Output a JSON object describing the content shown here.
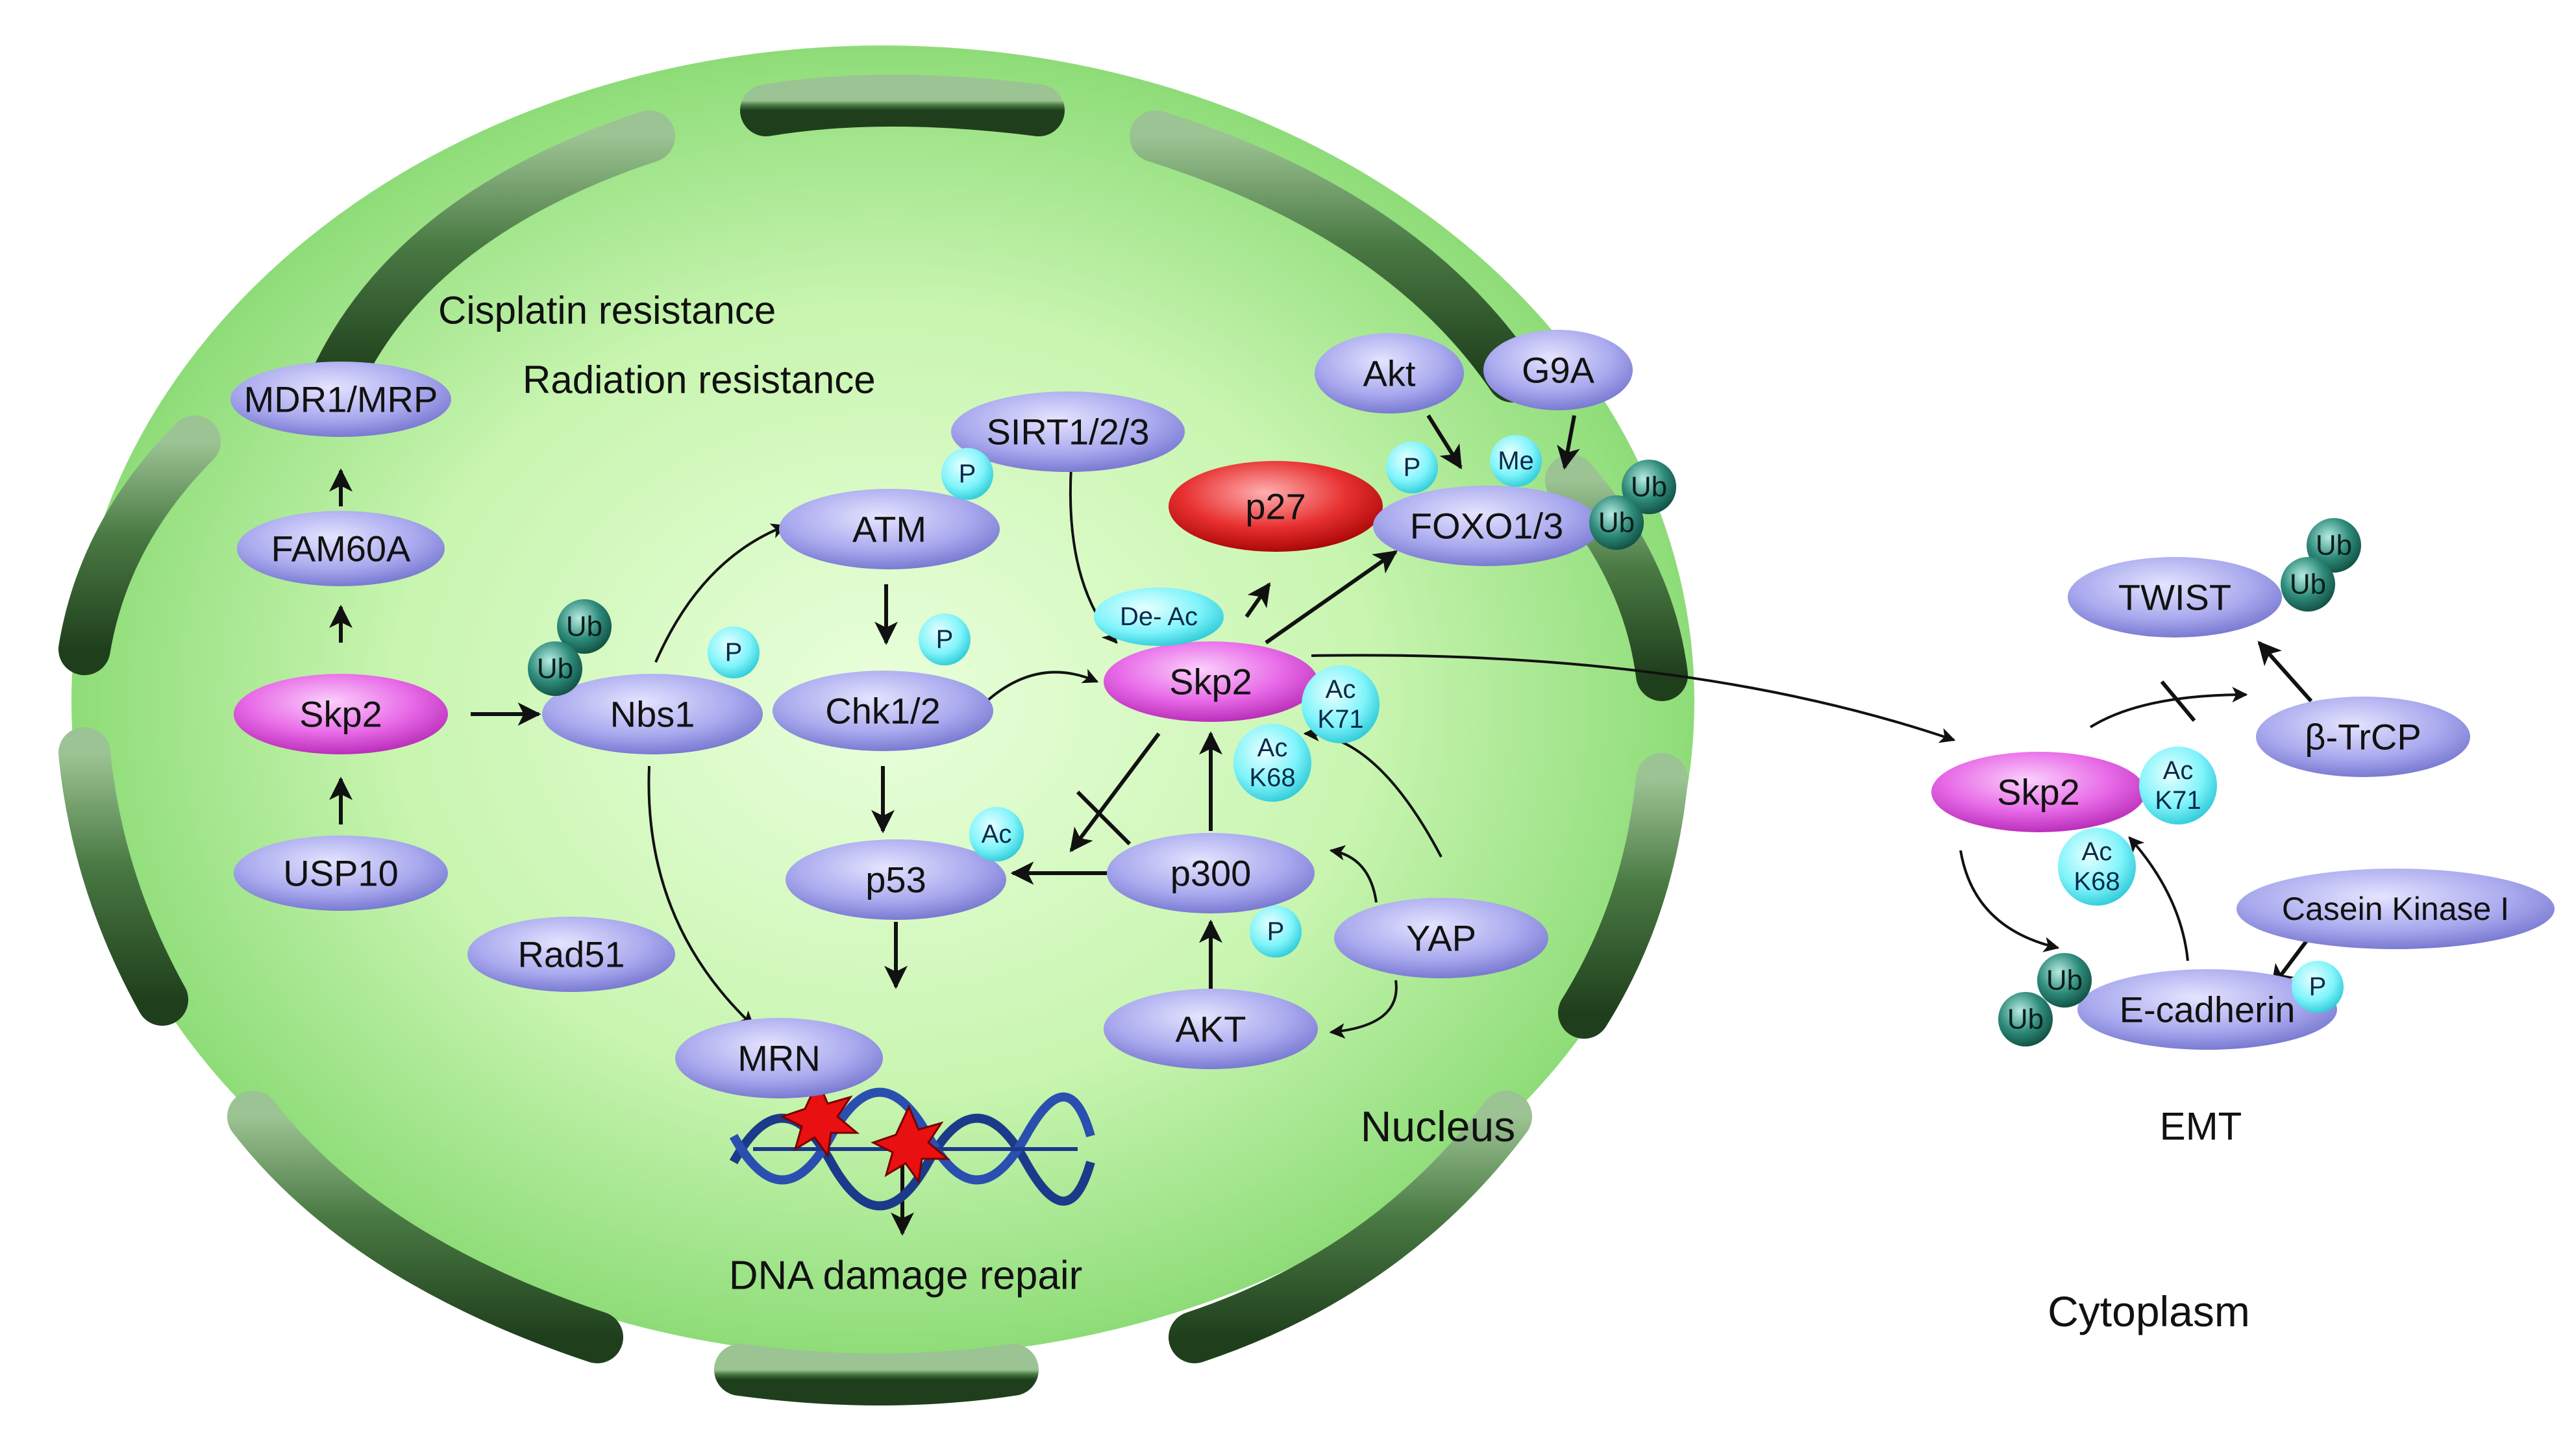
{
  "labels": {
    "cisplatin": "Cisplatin resistance",
    "radiation": "Radiation resistance",
    "nucleus": "Nucleus",
    "cytoplasm": "Cytoplasm",
    "emt": "EMT",
    "dna_repair": "DNA damage repair"
  },
  "nodes": {
    "mdr1": "MDR1/MRP",
    "fam60a": "FAM60A",
    "skp2_left": "Skp2",
    "usp10": "USP10",
    "nbs1": "Nbs1",
    "rad51": "Rad51",
    "mrn": "MRN",
    "atm": "ATM",
    "chk12": "Chk1/2",
    "p53": "p53",
    "sirt": "SIRT1/2/3",
    "p27": "p27",
    "skp2_center": "Skp2",
    "akt_top": "Akt",
    "g9a": "G9A",
    "foxo": "FOXO1/3",
    "p300": "p300",
    "akt_bottom": "AKT",
    "yap": "YAP",
    "twist": "TWIST",
    "btrcp": "β-TrCP",
    "skp2_right": "Skp2",
    "casein": "Casein Kinase I",
    "ecadherin": "E-cadherin"
  },
  "mods": {
    "p": "P",
    "ac": "Ac",
    "me": "Me",
    "ub": "Ub",
    "deac": "De- Ac",
    "ac_k71_a": "Ac",
    "ac_k71_b": "K71",
    "ac_k68_a": "Ac",
    "ac_k68_b": "K68"
  },
  "colors": {
    "nucleus_fill": "#c8f5b0",
    "envelope": "#2f5a2a",
    "protein": "#a8a8ee",
    "skp2": "#e86ae8",
    "p27": "#e83030",
    "phospho": "#7ff4fb",
    "ubiquitin": "#2e8b7a"
  }
}
